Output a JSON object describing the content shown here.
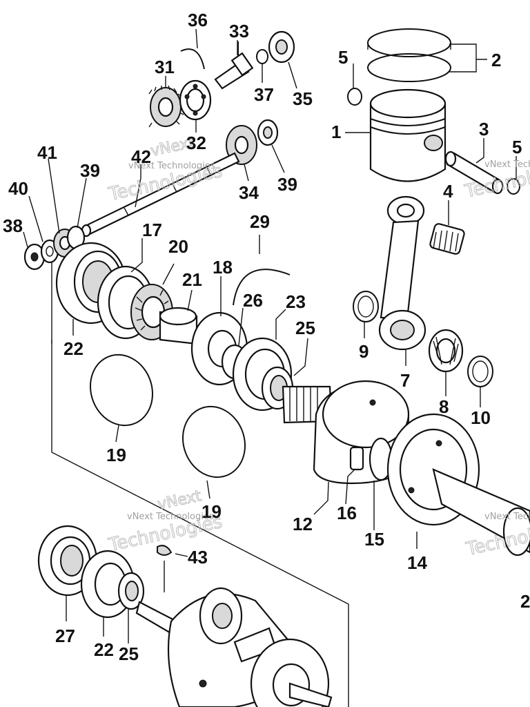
{
  "watermark": {
    "line1": "vNext",
    "line2": "vNext Technologies",
    "line3": "Technologies"
  },
  "labels": {
    "l1": "1",
    "l2": "2",
    "l3": "3",
    "l4": "4",
    "l5a": "5",
    "l5b": "5",
    "l7": "7",
    "l8": "8",
    "l9": "9",
    "l10": "10",
    "l12": "12",
    "l14": "14",
    "l15": "15",
    "l16": "16",
    "l17": "17",
    "l18": "18",
    "l19a": "19",
    "l19b": "19",
    "l20": "20",
    "l21": "21",
    "l22a": "22",
    "l22b": "22",
    "l23": "23",
    "l25a": "25",
    "l25b": "25",
    "l26": "26",
    "l27": "27",
    "l29": "29",
    "l31": "31",
    "l32": "32",
    "l33": "33",
    "l34": "34",
    "l35": "35",
    "l36": "36",
    "l37": "37",
    "l38": "38",
    "l39a": "39",
    "l39b": "39",
    "l40": "40",
    "l41": "41",
    "l42": "42",
    "l43": "43",
    "l2b": "2"
  }
}
